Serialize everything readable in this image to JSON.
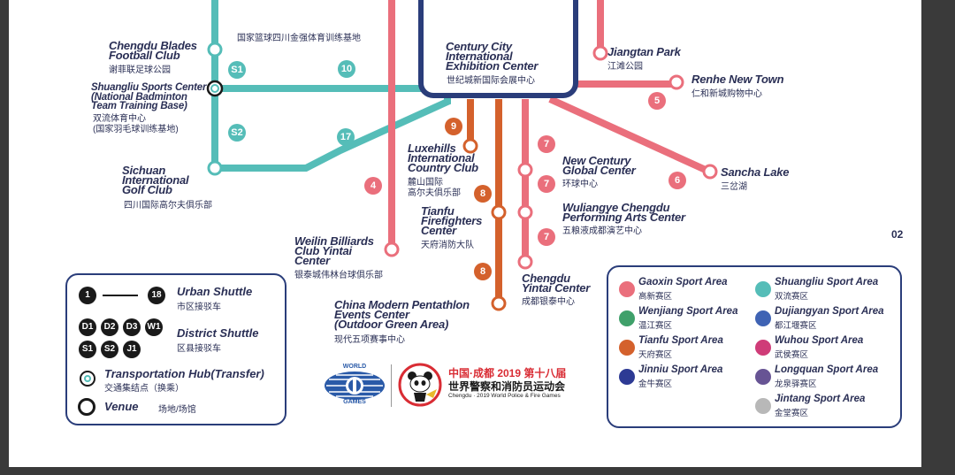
{
  "page_number": "02",
  "venues": {
    "chengdu_blades": {
      "en": "Chengdu Blades\nFootball Club",
      "zh": "谢菲联足球公园"
    },
    "basketball_base": {
      "zh": "国家篮球四川金强体育训练基地"
    },
    "shuangliu_sports": {
      "en": "Shuangliu Sports Center\n(National Badminton\nTeam Training Base)",
      "zh": "双流体育中心",
      "zh2": "(国家羽毛球训练基地)"
    },
    "sichuan_golf": {
      "en": "Sichuan\nInternational\nGolf Club",
      "zh": "四川国际高尔夫俱乐部"
    },
    "century_city": {
      "en": "Century City\nInternational\nExhibition Center",
      "zh": "世纪城新国际会展中心"
    },
    "jiangtan_park": {
      "en": "Jiangtan Park",
      "zh": "江滩公园"
    },
    "renhe": {
      "en": "Renhe New Town",
      "zh": "仁和新城购物中心"
    },
    "luxehills": {
      "en": "Luxehills\nInternational\nCountry Club",
      "zh": "麓山国际",
      "zh2": "高尔夫俱乐部"
    },
    "new_century": {
      "en": "New Century\nGlobal Center",
      "zh": "环球中心"
    },
    "sancha": {
      "en": "Sancha Lake",
      "zh": "三岔湖"
    },
    "tianfu_fire": {
      "en": "Tianfu\nFirefighters\nCenter",
      "zh": "天府消防大队"
    },
    "wuliangye": {
      "en": "Wuliangye Chengdu\nPerforming Arts Center",
      "zh": "五粮液成都演艺中心"
    },
    "weilin": {
      "en": "Weilin Billiards\nClub Yintai\nCenter",
      "zh": "银泰城伟林台球俱乐部"
    },
    "chengdu_yintai": {
      "en": "Chengdu\nYintai Center",
      "zh": "成都银泰中心"
    },
    "pentathlon": {
      "en": "China Modern Pentathlon\nEvents Center\n(Outdoor Green Area)",
      "zh": "现代五项赛事中心"
    }
  },
  "route_badges": {
    "s1": "S1",
    "r10": "10",
    "s2": "S2",
    "r17": "17",
    "r4": "4",
    "r9": "9",
    "r8a": "8",
    "r8b": "8",
    "r5": "5",
    "r7a": "7",
    "r7b": "7",
    "r7c": "7",
    "r6": "6"
  },
  "legend": {
    "urban_from": "1",
    "urban_to": "18",
    "urban_en": "Urban Shuttle",
    "urban_zh": "市区接驳车",
    "district_badges": [
      "D1",
      "D2",
      "D3",
      "W1",
      "S1",
      "S2",
      "J1"
    ],
    "district_en": "District Shuttle",
    "district_zh": "区县接驳车",
    "hub_en": "Transportation Hub(Transfer)",
    "hub_zh": "交通集结点（换乘）",
    "venue_en": "Venue",
    "venue_zh": "场地/场馆"
  },
  "sport_areas": [
    {
      "en": "Gaoxin Sport Area",
      "zh": "高新赛区",
      "color": "#ea6f7c"
    },
    {
      "en": "Shuangliu Sport Area",
      "zh": "双流赛区",
      "color": "#55bdb8"
    },
    {
      "en": "Wenjiang Sport Area",
      "zh": "温江赛区",
      "color": "#3fa06a"
    },
    {
      "en": "Dujiangyan Sport Area",
      "zh": "都江堰赛区",
      "color": "#3f63b4"
    },
    {
      "en": "Tianfu Sport Area",
      "zh": "天府赛区",
      "color": "#d4612c"
    },
    {
      "en": "Wuhou Sport Area",
      "zh": "武侯赛区",
      "color": "#cf3c78"
    },
    {
      "en": "Jinniu Sport Area",
      "zh": "金牛赛区",
      "color": "#2d3a94"
    },
    {
      "en": "Longquan Sport Area",
      "zh": "龙泉驿赛区",
      "color": "#675494"
    },
    {
      "en": "Jintang Sport Area",
      "zh": "金堂赛区",
      "color": "#b8b8b8"
    }
  ],
  "logos": {
    "world_games_top": "WORLD",
    "world_games_bottom": "GAMES",
    "event_zh": "中国·成都 2019 第十八届",
    "event_zh2": "世界警察和消防员运动会",
    "event_en": "Chengdu · 2019 World Police & Fire Games"
  },
  "colors": {
    "pink": "#ea6f7c",
    "teal": "#55bdb8",
    "rust": "#d4612c",
    "navy": "#2a3d7a"
  }
}
